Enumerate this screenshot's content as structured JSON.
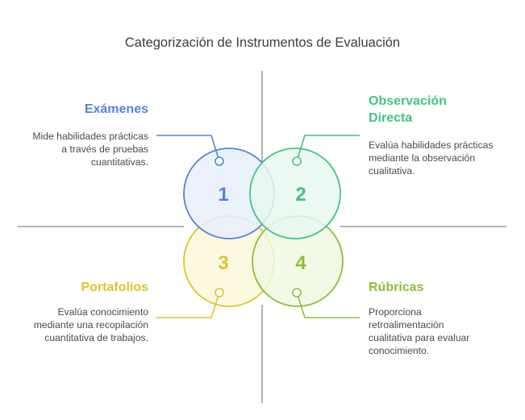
{
  "title": "Categorización de Instrumentos de Evaluación",
  "quadrants": [
    {
      "number": "1",
      "heading": "Exámenes",
      "description": "Mide habilidades prácticas a través de pruebas cuantitativas.",
      "color": "#4f86d9",
      "fill": "#e8f0fc"
    },
    {
      "number": "2",
      "heading": "Observación Directa",
      "description": "Evalúa habilidades prácticas mediante la observación cualitativa.",
      "color": "#3fc48a",
      "fill": "#e9f8f1"
    },
    {
      "number": "3",
      "heading": "Portafolios",
      "description": "Evalúa conocimiento mediante una recopilación cuantitativa de trabajos.",
      "color": "#e0c42a",
      "fill": "#fdf8dc"
    },
    {
      "number": "4",
      "heading": "Rúbricas",
      "description": "Proporciona retroalimentación cualitativa para evaluar conocimiento.",
      "color": "#8fbd3a",
      "fill": "#f0f8e2"
    }
  ],
  "axis_color": "#9a9a9a"
}
